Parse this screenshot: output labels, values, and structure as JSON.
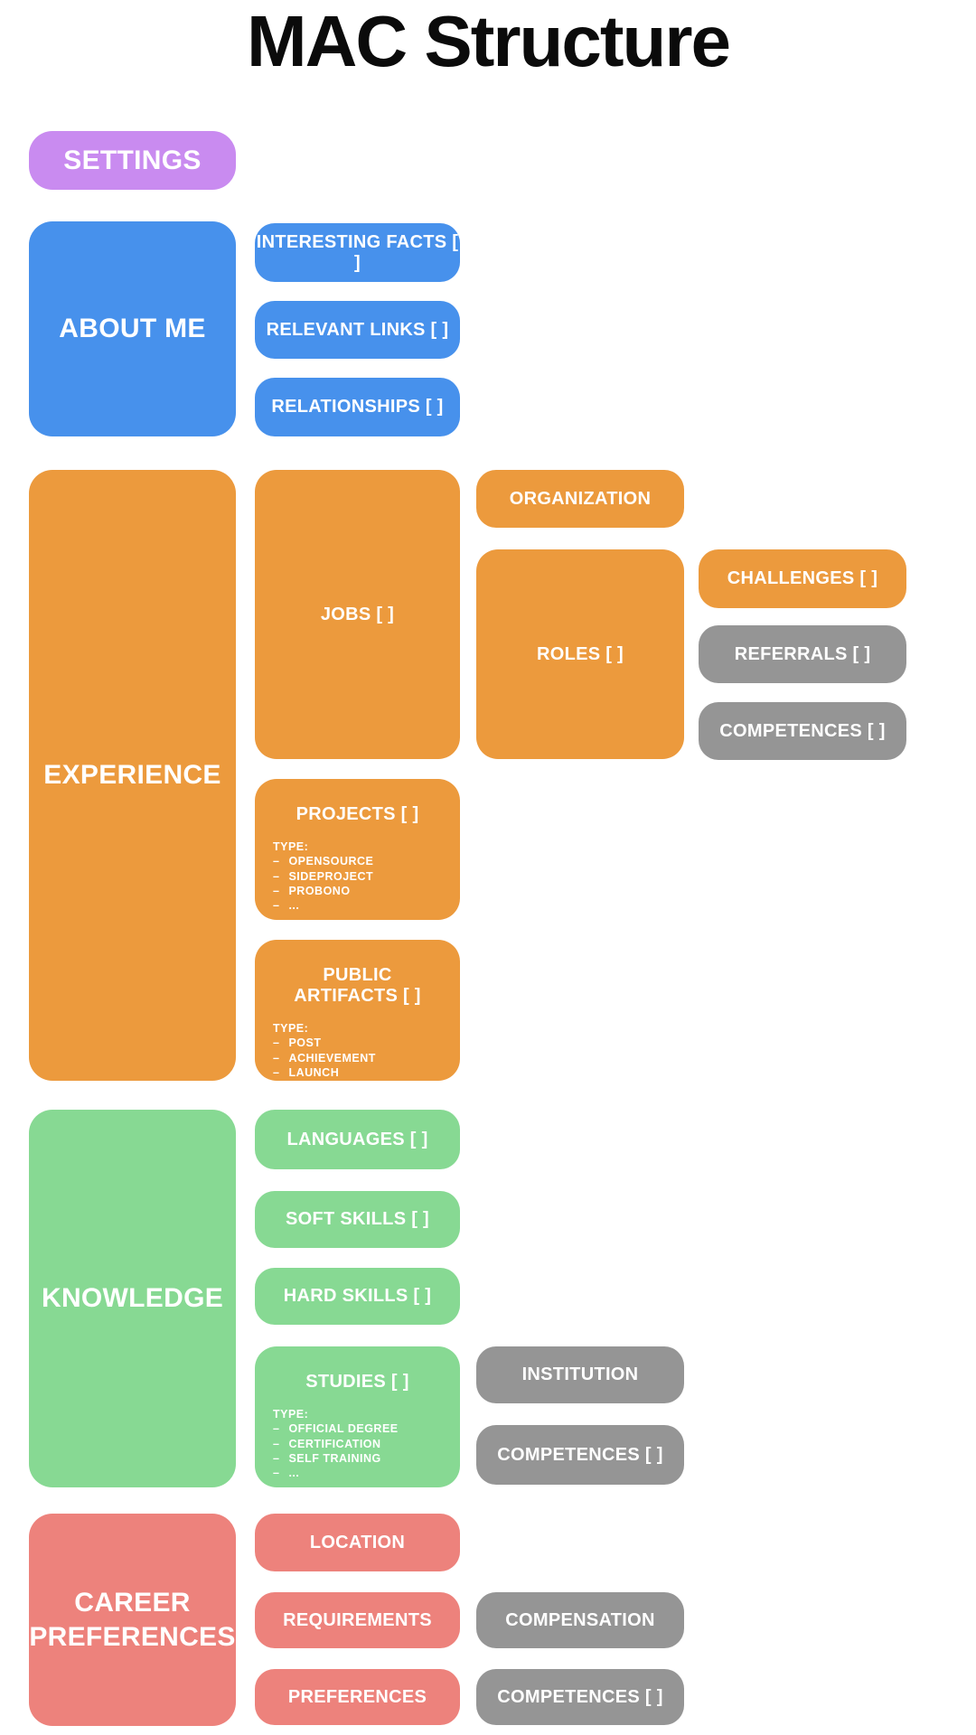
{
  "title": "MAC Structure",
  "palette": {
    "purple": "#c98bf0",
    "blue": "#4791ec",
    "orange": "#ec9a3d",
    "green": "#87d993",
    "salmon": "#ed827c",
    "gray": "#959595",
    "label_text": "#ffffff",
    "title_text": "#0b0b0b"
  },
  "sections": {
    "settings": {
      "label": "SETTINGS"
    },
    "about_me": {
      "label": "ABOUT ME",
      "interesting_facts": "INTERESTING FACTS [ ]",
      "relevant_links": "RELEVANT LINKS [ ]",
      "relationships": "RELATIONSHIPS [ ]"
    },
    "experience": {
      "label": "EXPERIENCE",
      "jobs": "JOBS [ ]",
      "organization": "ORGANIZATION",
      "roles": "ROLES [ ]",
      "challenges": "CHALLENGES [ ]",
      "referrals": "REFERRALS [ ]",
      "roles_competences": "COMPETENCES [ ]",
      "projects": {
        "label": "PROJECTS [ ]",
        "type_heading": "TYPE:",
        "types": [
          "OPENSOURCE",
          "SIDEPROJECT",
          "PROBONO",
          "..."
        ]
      },
      "public_artifacts": {
        "label": "PUBLIC ARTIFACTS [ ]",
        "type_heading": "TYPE:",
        "types": [
          "POST",
          "ACHIEVEMENT",
          "LAUNCH",
          "..."
        ]
      }
    },
    "knowledge": {
      "label": "KNOWLEDGE",
      "languages": "LANGUAGES [ ]",
      "soft_skills": "SOFT SKILLS [ ]",
      "hard_skills": "HARD SKILLS [ ]",
      "studies": {
        "label": "STUDIES [ ]",
        "type_heading": "TYPE:",
        "types": [
          "OFFICIAL DEGREE",
          "CERTIFICATION",
          "SELF TRAINING",
          "..."
        ]
      },
      "institution": "INSTITUTION",
      "studies_competences": "COMPETENCES [ ]"
    },
    "career_preferences": {
      "label": "CAREER PREFERENCES",
      "location": "LOCATION",
      "requirements": "REQUIREMENTS",
      "preferences": "PREFERENCES",
      "compensation": "COMPENSATION",
      "requirements_competences": "COMPETENCES [ ]"
    }
  }
}
